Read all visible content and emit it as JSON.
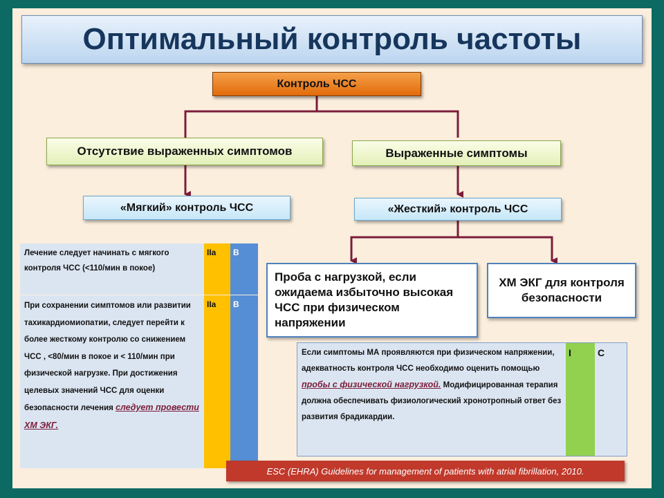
{
  "title": "Оптимальный контроль частоты",
  "root": "Контроль ЧСС",
  "left_branch": "Отсутствие выраженных симптомов",
  "right_branch": "Выраженные симптомы",
  "soft_control": "«Мягкий» контроль ЧСС",
  "strict_control": "«Жесткий» контроль ЧСС",
  "exercise_test": "Проба с нагрузкой, если ожидаема избыточно высокая ЧСС при физическом напряжении",
  "holter": "ХМ ЭКГ для контроля безопасности",
  "rec1": {
    "text": "Лечение следует начинать с мягкого контроля ЧСС (<110/мин в покое)",
    "class": "IIa",
    "level": "B"
  },
  "rec2": {
    "text": "При сохранении симптомов или развитии тахикардиомиопатии, следует перейти к более жесткому контролю со снижением ЧСС , <80/мин в покое и < 110/мин при физической нагрузке. При достижения целевых значений ЧСС для оценки безопасности лечения",
    "link": "следует провести ХМ ЭКГ.",
    "class": "IIa",
    "level": "B"
  },
  "rec3": {
    "text_before": "Если симптомы МА проявляются при физическом напряжении, адекватность контроля ЧСС необходимо оценить помощью",
    "link": "пробы с физической нагрузкой.",
    "text_after": "Модифицированная терапия должна обеспечивать физиологический хронотропный ответ без развития брадикардии.",
    "class": "I",
    "level": "C"
  },
  "footer": "ESC (EHRA) Guidelines for management of patients with atrial fibrillation, 2010.",
  "colors": {
    "connector": "#7b1d3a",
    "class_fill": "#ffc000",
    "level_fill": "#558ed5",
    "class_I_fill": "#92d050"
  }
}
